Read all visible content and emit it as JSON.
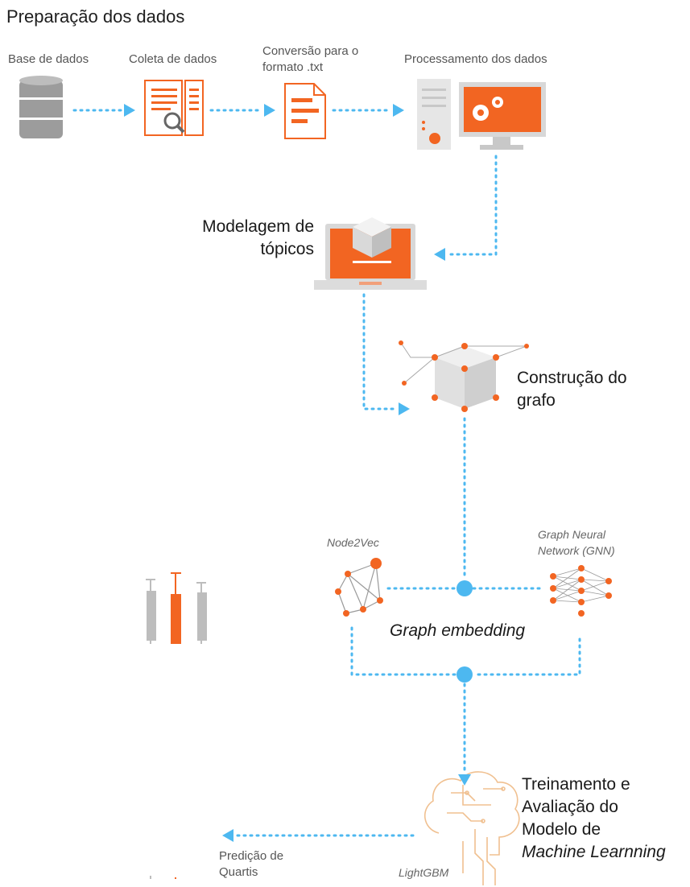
{
  "header": {
    "title": "Preparação dos dados"
  },
  "steps": {
    "database": "Base de dados",
    "collection": "Coleta de dados",
    "conversion": "Conversão para o formato .txt",
    "processing": "Processamento dos dados",
    "topic_modeling": "Modelagem de tópicos",
    "graph_construction": "Construção do grafo",
    "node2vec": "Node2Vec",
    "gnn": "Graph Neural Network (GNN)",
    "graph_embedding": "Graph embedding",
    "training": {
      "line1": "Treinamento e",
      "line2": "Avaliação do",
      "line3": "Modelo de",
      "line4": "Machine Learnning"
    },
    "lightgbm": "LightGBM",
    "prediction": "Predição de Quartis"
  },
  "colors": {
    "accent": "#f26522",
    "connector": "#4db8f0",
    "gray": "#b7b7b7"
  }
}
